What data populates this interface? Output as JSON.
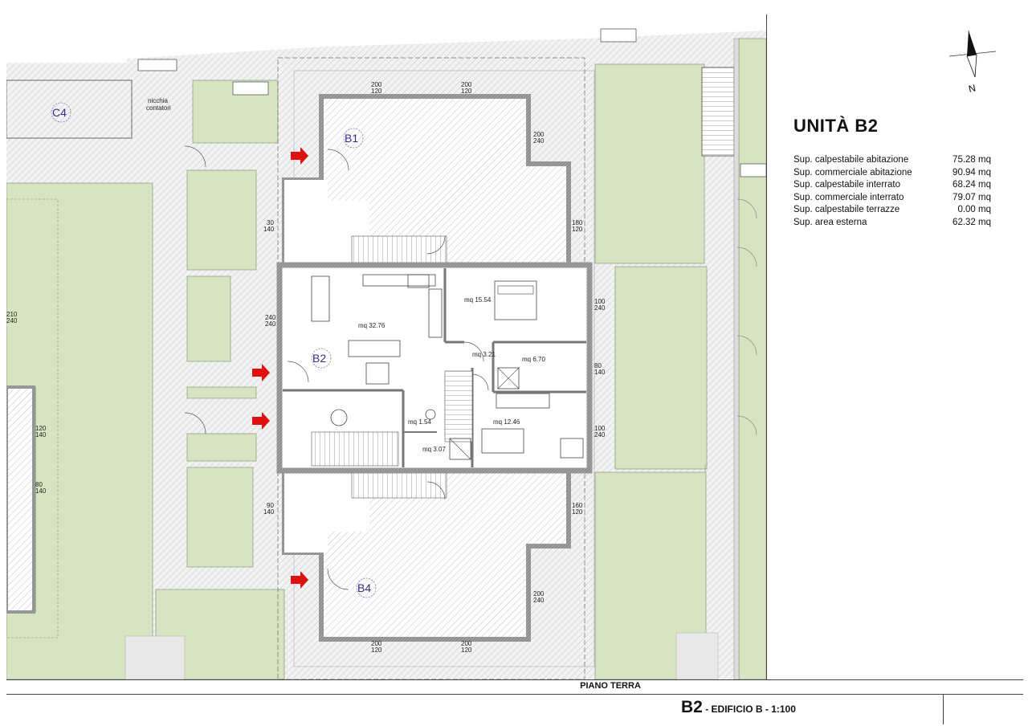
{
  "unit": {
    "title": "UNITÀ B2",
    "stats": [
      {
        "label": "Sup. calpestabile abitazione",
        "value": "75.28 mq"
      },
      {
        "label": "Sup. commerciale abitazione",
        "value": "90.94 mq"
      },
      {
        "label": "Sup. calpestabile interrato",
        "value": "68.24 mq"
      },
      {
        "label": "Sup. commerciale interrato",
        "value": "79.07 mq"
      },
      {
        "label": "Sup. calpestabile terrazze",
        "value": "0.00 mq"
      },
      {
        "label": "Sup. area esterna",
        "value": "62.32 mq"
      }
    ]
  },
  "compass": {
    "north_label": "N"
  },
  "plan": {
    "floor_label": "PIANO TERRA",
    "niche_label_line1": "nicchia",
    "niche_label_line2": "contatori",
    "units": {
      "b1": "B1",
      "b2": "B2",
      "b4": "B4",
      "c4": "C4"
    },
    "room_areas": {
      "living": "mq 32.76",
      "bedroom": "mq 15.54",
      "hall": "mq 3.21",
      "bath": "mq 6.70",
      "room2": "mq 12.46",
      "wc": "mq 1.54",
      "storage": "mq 3.07"
    },
    "dims": {
      "d1_top": "200",
      "d1_bot": "120",
      "d2_top": "200",
      "d2_bot": "120",
      "d3_top": "200",
      "d3_bot": "240",
      "d4_top": "30",
      "d4_bot": "140",
      "d5_top": "180",
      "d5_bot": "120",
      "d6_top": "240",
      "d6_bot": "240",
      "d7_top": "100",
      "d7_bot": "240",
      "d8_top": "80",
      "d8_bot": "140",
      "d9_top": "100",
      "d9_bot": "240",
      "d10_top": "210",
      "d10_bot": "240",
      "d11_top": "120",
      "d11_bot": "140",
      "d12_top": "80",
      "d12_bot": "140",
      "d13_top": "90",
      "d13_bot": "140",
      "d14_top": "160",
      "d14_bot": "120",
      "d15_top": "200",
      "d15_bot": "240",
      "d16_top": "200",
      "d16_bot": "120",
      "d17_top": "200",
      "d17_bot": "120"
    }
  },
  "footer": {
    "code": "B2",
    "subtitle": " - EDIFICIO B - 1:100"
  },
  "colors": {
    "lawn": "#d7e4c2",
    "wall": "#9a9a9a",
    "hatch": "#bdbdbd",
    "unit_label": "#3a2a8a",
    "arrow": "#e01010"
  }
}
